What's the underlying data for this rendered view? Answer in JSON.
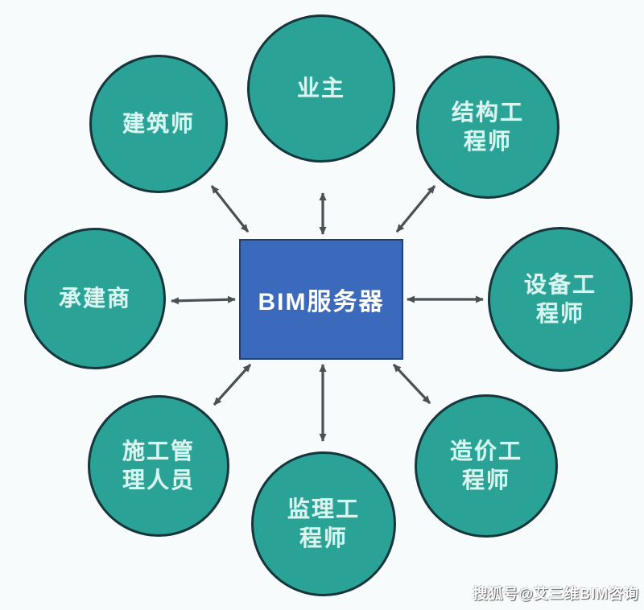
{
  "diagram": {
    "center": {
      "label": "BIM服务器"
    },
    "nodes": [
      {
        "id": "owner",
        "label": "业主"
      },
      {
        "id": "architect",
        "label": "建筑师"
      },
      {
        "id": "structural-engineer",
        "label": "结构工\n程师"
      },
      {
        "id": "contractor",
        "label": "承建商"
      },
      {
        "id": "equipment-engineer",
        "label": "设备工\n程师"
      },
      {
        "id": "construction-manager",
        "label": "施工管\n理人员"
      },
      {
        "id": "supervision-engineer",
        "label": "监理工\n程师"
      },
      {
        "id": "cost-engineer",
        "label": "造价工\n程师"
      }
    ]
  },
  "watermark": {
    "text": "搜狐号@艾三维BIM咨询"
  },
  "colors": {
    "node_fill": "#2aa296",
    "node_border": "#17353c",
    "node_text": "#d8f5f0",
    "server_fill": "#3b6abd",
    "server_border": "#24406f",
    "server_text": "#ffffff",
    "arrow": "#4b5054",
    "background": "#f8fbfb"
  }
}
